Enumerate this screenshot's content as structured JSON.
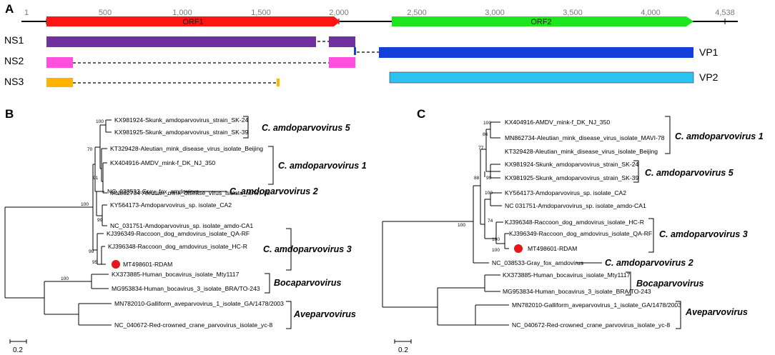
{
  "panel_a": {
    "label": "A",
    "axis_ticks": [
      "1",
      "500",
      "1,000",
      "1,500",
      "2,000",
      "2,500",
      "3,000",
      "3,500",
      "4,000",
      "4,538"
    ],
    "orfs": [
      {
        "label": "ORF1",
        "color": "#ff1414"
      },
      {
        "label": "ORF2",
        "color": "#1ee61e"
      }
    ],
    "tracks": [
      {
        "label": "NS1",
        "color": "#7030a0"
      },
      {
        "label": "NS2",
        "color": "#ff4fe0"
      },
      {
        "label": "NS3",
        "color": "#ffb400"
      },
      {
        "label": "VP1",
        "color": "#1240d8"
      },
      {
        "label": "VP2",
        "color": "#2ac4ee"
      }
    ]
  },
  "panel_b": {
    "label": "B",
    "leaves": [
      "KX981924-Skunk_amdoparvovirus_strain_SK-24",
      "KX981925-Skunk_amdoparvovirus_strain_SK-39",
      "KT329428-Aleutian_mink_disease_virus_isolate_Beijing",
      "KX404916-AMDV_mink-f_DK_NJ_350",
      "MN862734-Aleutian_mink_disease_virus_isolate_MAVI-78",
      "NC_038533-Gray_fox_amdovirus",
      "KY564173-Amdoparvovirus_sp. isolate_CA2",
      "NC_031751-Amdoparvovirus_sp. isolate_amdo-CA1",
      "KJ396349-Raccoon_dog_amdovirus_isolate_QA-RF",
      "KJ396348-Raccoon_dog_amdovirus_isolate_HC-R",
      "MT498601-RDAM",
      "KX373885-Human_bocavirus_isolate_Mty1117",
      "MG953834-Human_bocavirus_3_isolate_BRA/TO-243",
      "MN782010-Galliform_aveparvovirus_1_isolate_GA/1478/2003",
      "NC_040672-Red-crowned_crane_parvovirus_isolate_yc-8"
    ],
    "bootstraps": [
      "100",
      "70",
      "91",
      "100",
      "99",
      "99",
      "95",
      "100"
    ],
    "clades": [
      "C. amdoparvovirus 5",
      "C. amdoparvovirus 1",
      "C. amdoparvovirus 2",
      "C. amdoparvovirus 3",
      "Bocaparvovirus",
      "Aveparvovirus"
    ],
    "scale_label": "0.2"
  },
  "panel_c": {
    "label": "C",
    "leaves": [
      "KX404916-AMDV_mink-f_DK_NJ_350",
      "MN862734-Aleutian_mink_disease_virus_isolate_MAVI-78",
      "KT329428-Aleutian_mink_disease_virus_isolate_Beijing",
      "KX981924-Skunk_amdoparvovirus_strain_SK-24",
      "KX981925-Skunk_amdoparvovirus_strain_SK-39",
      "KY564173-Amdoparvovirus_sp. isolate_CA2",
      "NC 031751-Amdoparvovirus_sp. isolate_amdo-CA1",
      "KJ396348-Raccoon_dog_amdovirus_isolate_HC-R",
      "KJ396349-Raccoon_dog_amdovirus_isolate_QA-RF",
      "MT498601-RDAM",
      "NC_038533-Gray_fox_amdovirus",
      "KX373885-Human_bocavirus_isolate_Mty1117",
      "MG953834-Human_bocavirus_3_isolate_BRA/TO-243",
      "MN782010-Galliform_aveparvovirus_1_isolate_GA/1478/2003",
      "NC_040672-Red-crowned_crane_parvovirus_isolate_yc-8"
    ],
    "bootstraps": [
      "100",
      "86",
      "77",
      "99",
      "88",
      "100",
      "74",
      "100",
      "100",
      "100"
    ],
    "clades": [
      "C. amdoparvovirus 1",
      "C. amdoparvovirus 5",
      "C. amdoparvovirus 3",
      "C. amdoparvovirus 2",
      "Bocaparvovirus",
      "Aveparvovirus"
    ],
    "scale_label": "0.2"
  },
  "highlight_color": "#e8151b"
}
